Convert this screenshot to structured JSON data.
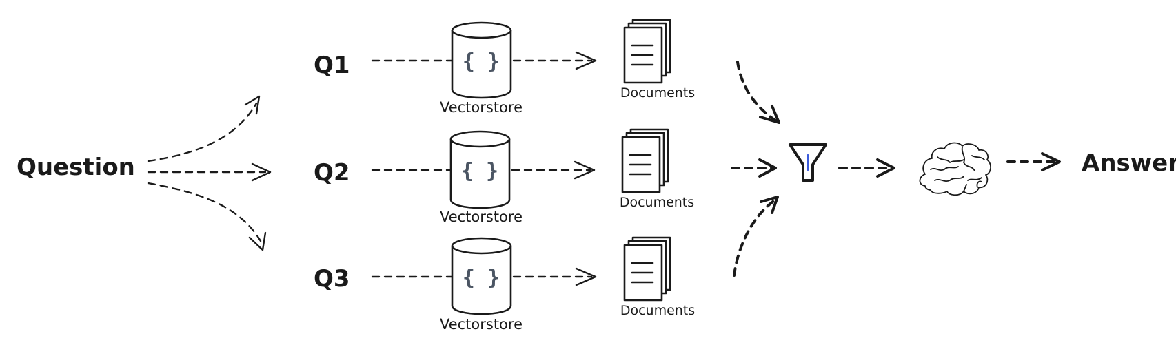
{
  "question_label": "Question",
  "queries": [
    {
      "label": "Q1",
      "store_label": "Vectorstore",
      "docs_label": "Documents",
      "store_symbol": "{ }"
    },
    {
      "label": "Q2",
      "store_label": "Vectorstore",
      "docs_label": "Documents",
      "store_symbol": "{ }"
    },
    {
      "label": "Q3",
      "store_label": "Vectorstore",
      "docs_label": "Documents",
      "store_symbol": "{ }"
    }
  ],
  "answer_label": "Answer",
  "icons": {
    "store": "database-cylinder-icon",
    "docs": "document-stack-icon",
    "filter": "funnel-filter-icon",
    "llm": "brain-icon"
  },
  "colors": {
    "ink": "#1a1a1a",
    "braces": "#4b5563",
    "filter_accent": "#3b5bdb"
  }
}
